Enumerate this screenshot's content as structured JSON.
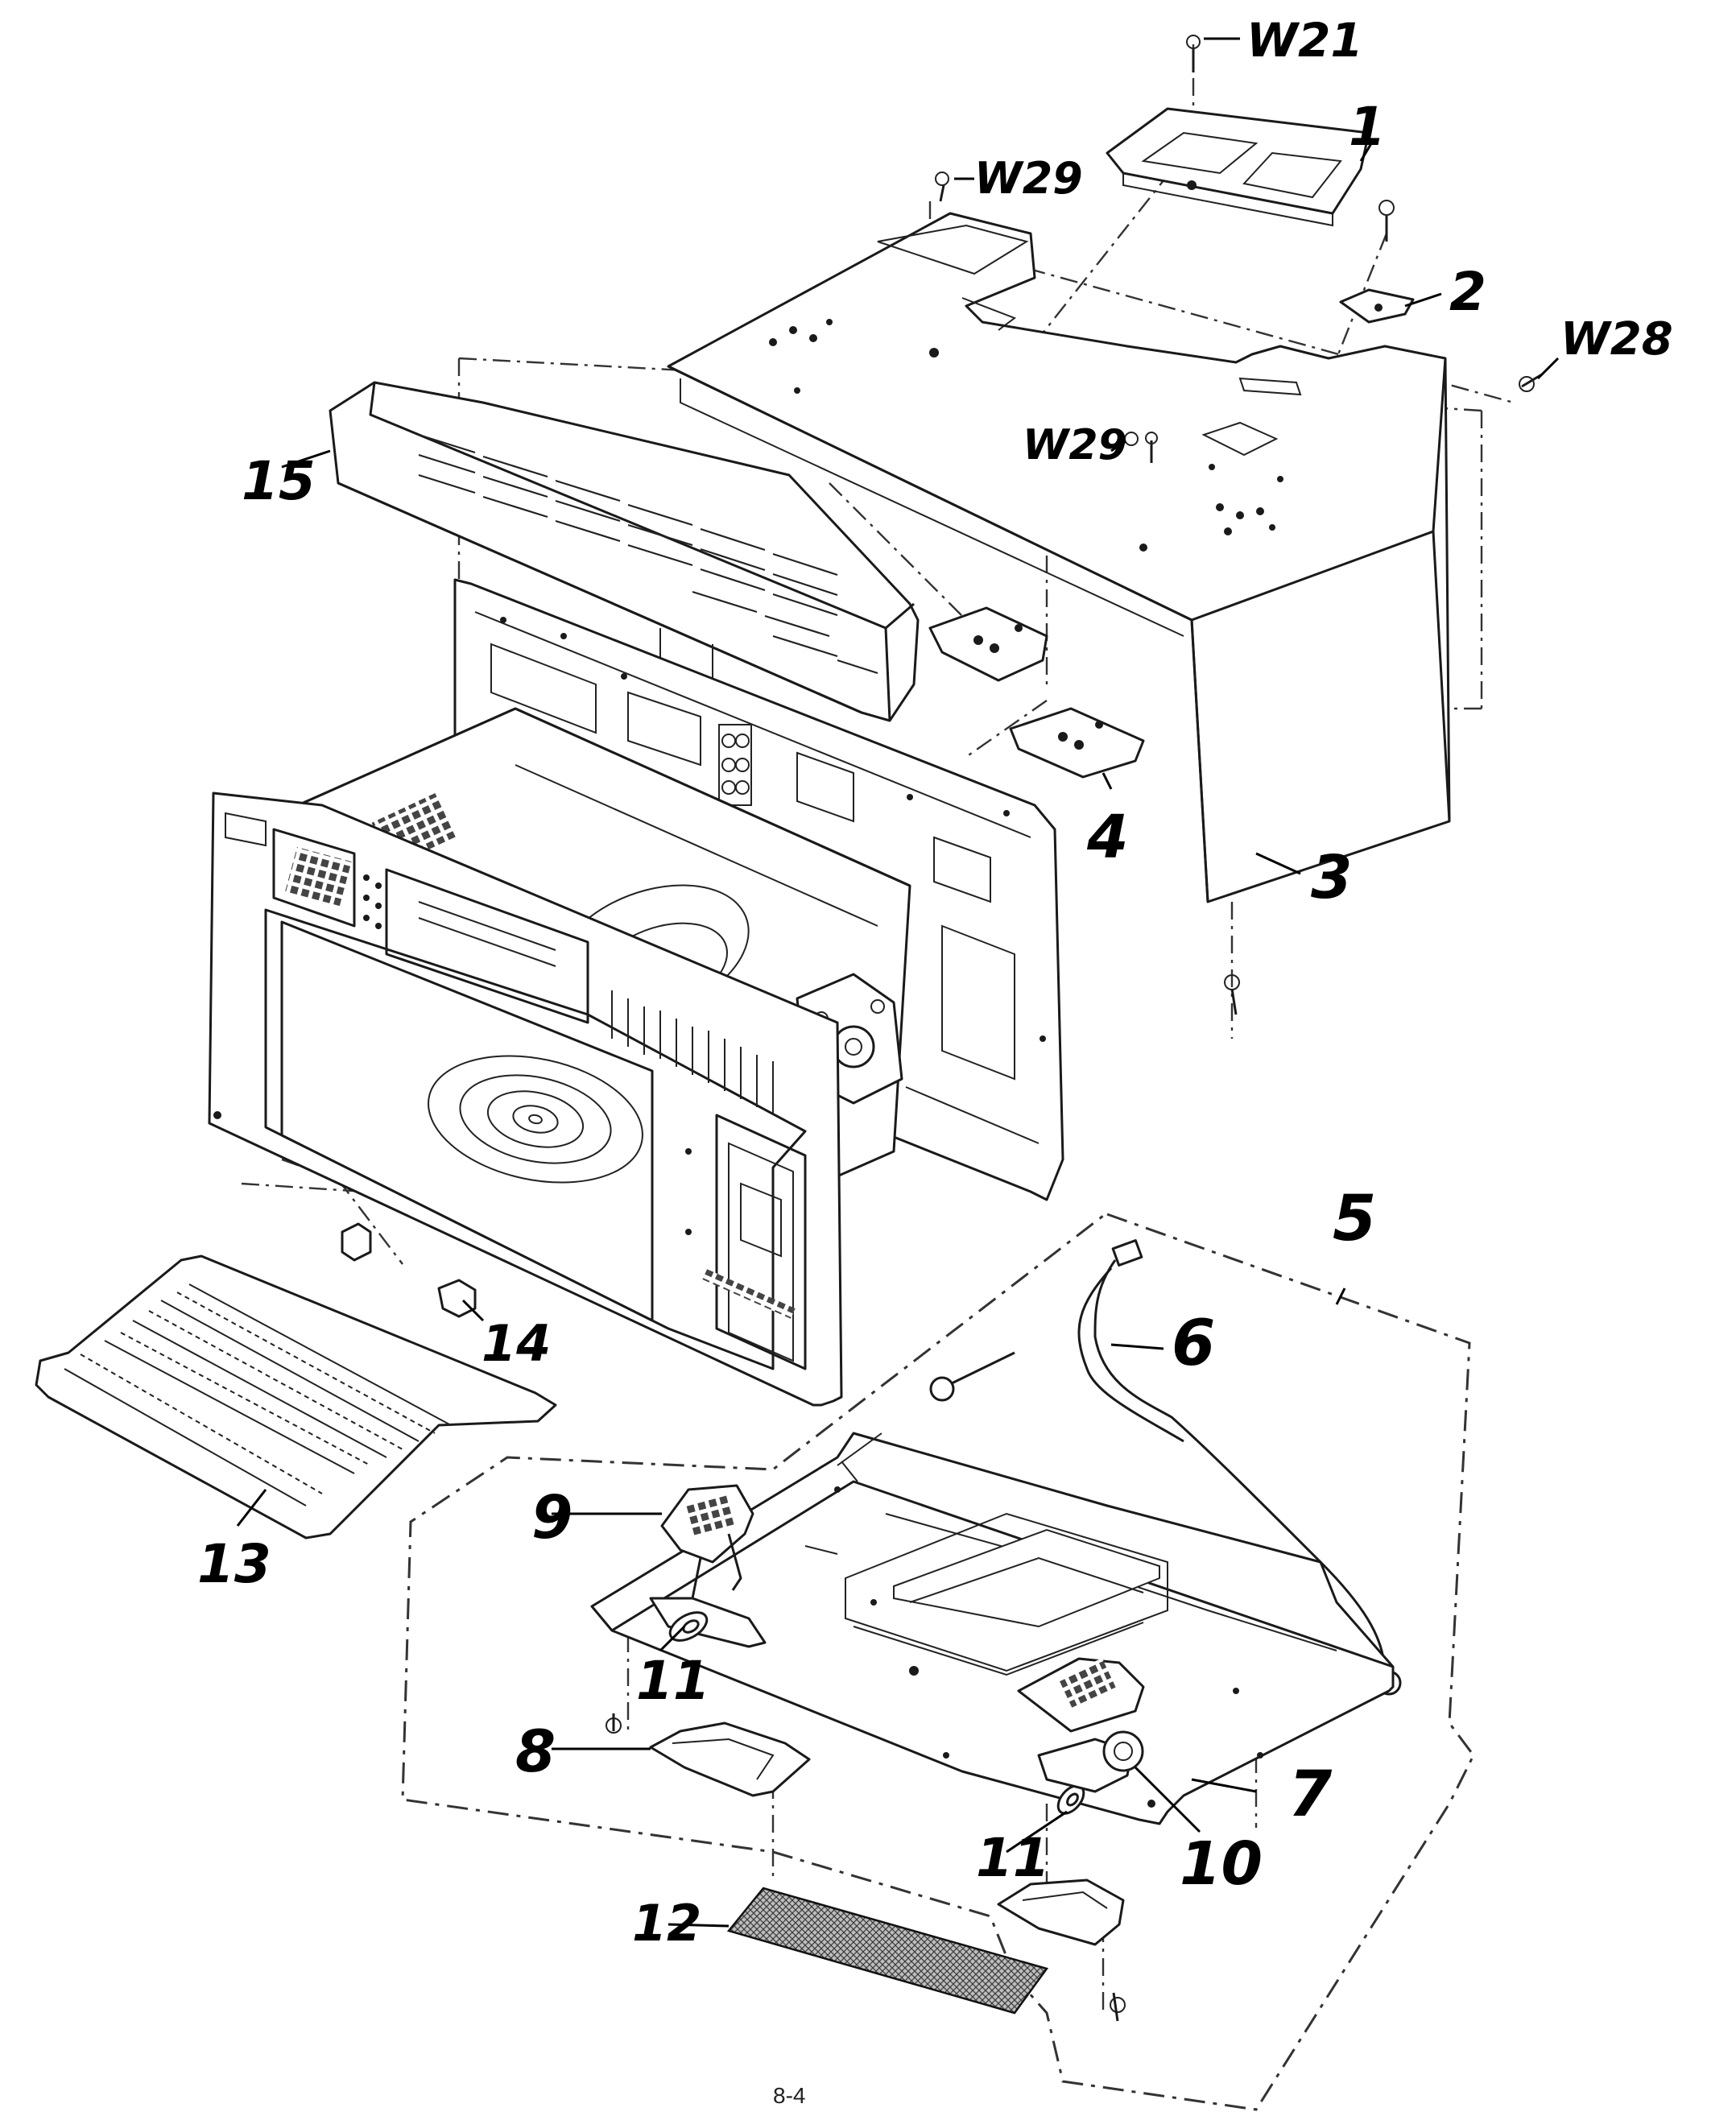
{
  "page_number": "8-4",
  "callouts": {
    "w21": "W21",
    "p1": "1",
    "w29_top": "W29",
    "p2": "2",
    "w28": "W28",
    "p15": "15",
    "w29_mid": "W29",
    "p4": "4",
    "p3": "3",
    "p5": "5",
    "p6": "6",
    "p14": "14",
    "p13": "13",
    "p9": "9",
    "p11_left": "11",
    "p8": "8",
    "p7": "7",
    "p11_right": "11",
    "p10": "10",
    "p12": "12"
  }
}
